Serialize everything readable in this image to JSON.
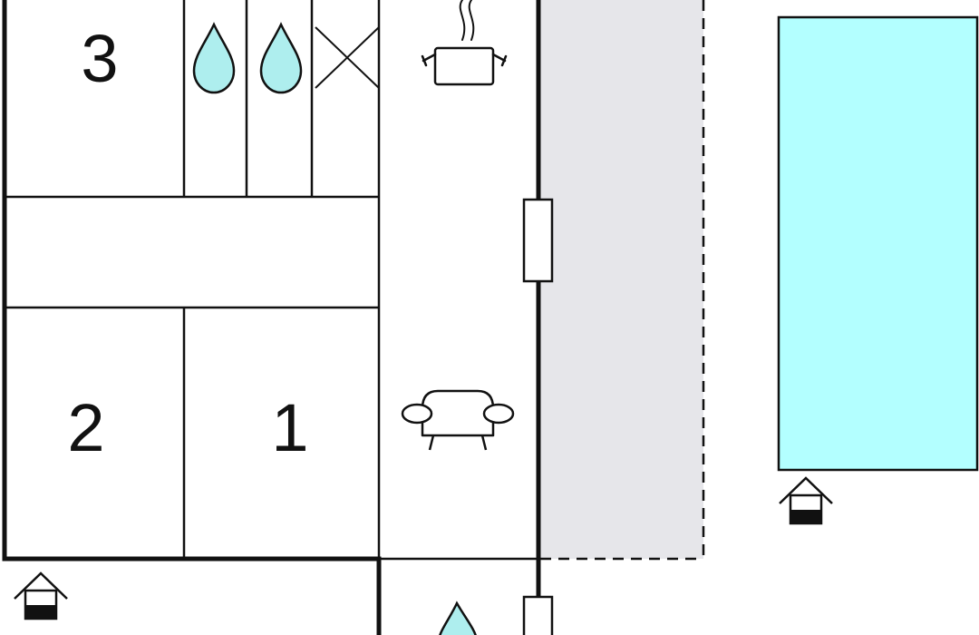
{
  "rooms": {
    "bedroom_3": {
      "label": "3"
    },
    "bedroom_2": {
      "label": "2"
    },
    "bedroom_1": {
      "label": "1"
    }
  },
  "icons": {
    "shower_drop_1": "water-drop-icon",
    "shower_drop_2": "water-drop-icon",
    "toilet": "cross-icon",
    "kitchen": "cooking-pot-icon",
    "living": "sofa-icon",
    "bathroom_lower": "water-drop-icon",
    "entrance_left": "house-entrance-icon",
    "entrance_pool": "house-entrance-icon",
    "door_upper": "door-icon",
    "door_lower": "door-icon"
  },
  "colors": {
    "wall": "#111111",
    "water": "#b3ffff",
    "terrace": "#e6e6ea",
    "background": "#ffffff",
    "drop_fill": "#aeeeee"
  }
}
